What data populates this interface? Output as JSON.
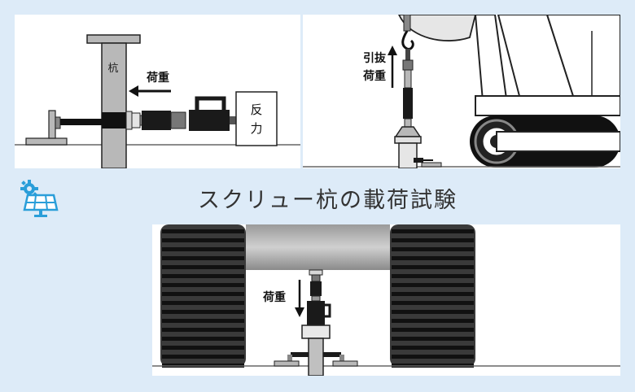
{
  "top_left_diagram": {
    "pile_label": "杭",
    "load_label": "荷重",
    "reaction_label_line1": "反",
    "reaction_label_line2": "力"
  },
  "top_right_diagram": {
    "pullout_label_line1": "引抜",
    "pullout_label_line2": "荷重"
  },
  "title": {
    "text": "スクリュー杭の載荷試験",
    "icon": "solar-panel-gear-icon"
  },
  "bottom_diagram": {
    "load_label": "荷重"
  },
  "colors": {
    "background": "#ddebf8",
    "panel": "#ffffff",
    "icon_blue": "#2a9ed9",
    "dark": "#1a1a1a",
    "steel_gray": "#b8b8b8"
  }
}
